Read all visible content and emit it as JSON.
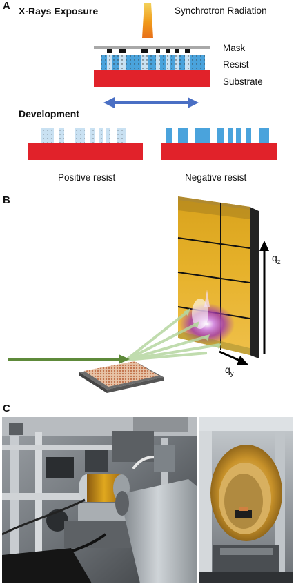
{
  "panel_a": {
    "letter": "A",
    "exposure_title": "X-Rays Exposure",
    "source_label": "Synchrotron Radiation",
    "mask_label": "Mask",
    "resist_label": "Resist",
    "substrate_label": "Substrate",
    "development_title": "Development",
    "positive_label": "Positive resist",
    "negative_label": "Negative resist"
  },
  "panel_b": {
    "letter": "B",
    "qz_base": "q",
    "qz_sub": "z",
    "qy_base": "q",
    "qy_sub": "y"
  },
  "panel_c": {
    "letter": "C"
  },
  "colors": {
    "substrate": "#e1222a",
    "resist": "#4aa3dc",
    "resist_light": "#c9e1f2",
    "mask_bar": "#a8a8a8",
    "mask_block": "#111111",
    "arrow_double": "#4a6fc4",
    "beam": "#5e8a3a",
    "detector_gold": "#e0a81e",
    "scatter_purple": "#a23ba8"
  }
}
